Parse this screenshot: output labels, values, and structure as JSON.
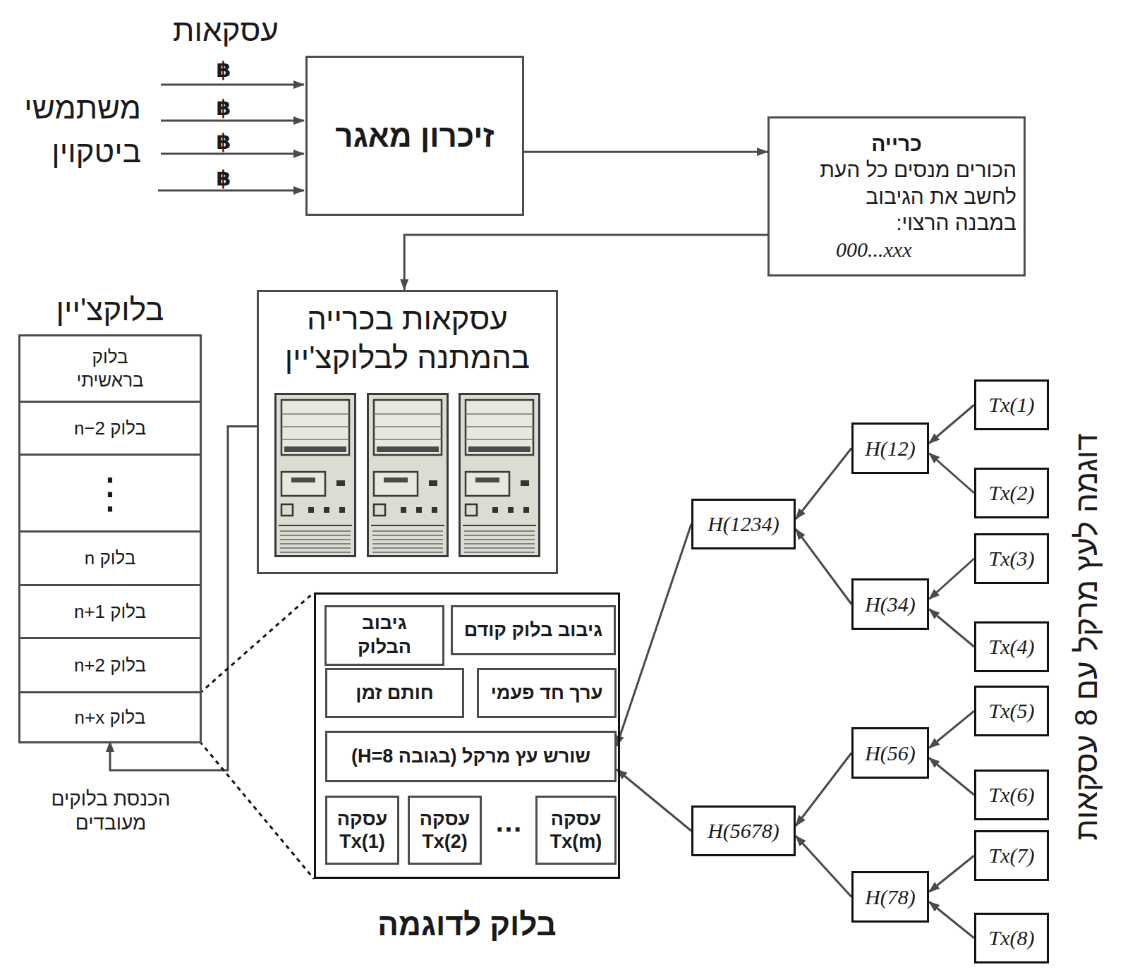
{
  "diagram": {
    "nodes": [
      {
        "text": [
          "זיכרון מאגר"
        ]
      },
      {
        "text": [
          "כרייה",
          "הכורים מנסים כל העת לחשב את הגיבוב במבנה הרצוי:",
          "000...xxx"
        ]
      },
      {
        "text": [
          "עסקאות בכרייה בהמתנה לבלוקצ'יין"
        ]
      },
      {
        "text": [
          "בלוקצ'יין"
        ]
      },
      {
        "text": [
          "בלוק בראשיתי"
        ],
        "in": 3
      },
      {
        "text": [
          "בלוק n−2"
        ],
        "in": 3
      },
      {
        "text": [
          "⋮"
        ],
        "in": 3
      },
      {
        "text": [
          "בלוק n"
        ],
        "in": 3
      },
      {
        "text": [
          "בלוק n+1"
        ],
        "in": 3
      },
      {
        "text": [
          "בלוק n+2"
        ],
        "in": 3
      },
      {
        "text": [
          "בלוק n+x"
        ],
        "in": 3
      },
      {
        "text": [
          "בלוק לדוגמה"
        ]
      },
      {
        "text": [
          "גיבוב בלוק קודם"
        ],
        "in": 11
      },
      {
        "text": [
          "גיבוב הבלוק"
        ],
        "in": 11
      },
      {
        "text": [
          "ערך חד פעמי"
        ],
        "in": 11
      },
      {
        "text": [
          "חותם זמן"
        ],
        "in": 11
      },
      {
        "text": [
          "שורש עץ מרקל (בגובה H=8)"
        ],
        "in": 11
      },
      {
        "text": [
          "עסקה Tx(1)"
        ],
        "in": 11
      },
      {
        "text": [
          "עסקה Tx(2)"
        ],
        "in": 11
      },
      {
        "text": [
          "עסקה Tx(m)"
        ],
        "in": 11
      },
      {
        "text": [
          "H(1234)"
        ]
      },
      {
        "text": [
          "H(5678)"
        ]
      },
      {
        "text": [
          "H(12)"
        ]
      },
      {
        "text": [
          "H(34)"
        ]
      },
      {
        "text": [
          "H(56)"
        ]
      },
      {
        "text": [
          "H(78)"
        ]
      },
      {
        "text": [
          "Tx(1)"
        ]
      },
      {
        "text": [
          "Tx(2)"
        ]
      },
      {
        "text": [
          "Tx(3)"
        ]
      },
      {
        "text": [
          "Tx(4)"
        ]
      },
      {
        "text": [
          "Tx(5)"
        ]
      },
      {
        "text": [
          "Tx(6)"
        ]
      },
      {
        "text": [
          "Tx(7)"
        ]
      },
      {
        "text": [
          "Tx(8)"
        ]
      }
    ],
    "edges": [
      {
        "from": 0,
        "to": 1,
        "arrow": "to"
      },
      {
        "from": 1,
        "to": 2,
        "arrow": "to"
      },
      {
        "from": 2,
        "to": 10,
        "arrow": "to"
      },
      {
        "from": 10,
        "to": 11,
        "arrow": "none"
      },
      {
        "from": 26,
        "to": 22,
        "arrow": "to"
      },
      {
        "from": 27,
        "to": 22,
        "arrow": "to"
      },
      {
        "from": 28,
        "to": 23,
        "arrow": "to"
      },
      {
        "from": 29,
        "to": 23,
        "arrow": "to"
      },
      {
        "from": 30,
        "to": 24,
        "arrow": "to"
      },
      {
        "from": 31,
        "to": 24,
        "arrow": "to"
      },
      {
        "from": 32,
        "to": 25,
        "arrow": "to"
      },
      {
        "from": 33,
        "to": 25,
        "arrow": "to"
      },
      {
        "from": 22,
        "to": 20,
        "arrow": "to"
      },
      {
        "from": 23,
        "to": 20,
        "arrow": "to"
      },
      {
        "from": 24,
        "to": 21,
        "arrow": "to"
      },
      {
        "from": 25,
        "to": 21,
        "arrow": "to"
      },
      {
        "from": 20,
        "to": 16,
        "arrow": "to"
      },
      {
        "from": 21,
        "to": 16,
        "arrow": "to"
      }
    ],
    "labels": [
      "עסקאות",
      "฿",
      "฿",
      "฿",
      "฿",
      "משתמשי ביטקוין",
      "הכנסת בלוקים מעובדים",
      "…",
      "דוגמה לעץ מרקל עם 8 עסקאות"
    ]
  }
}
